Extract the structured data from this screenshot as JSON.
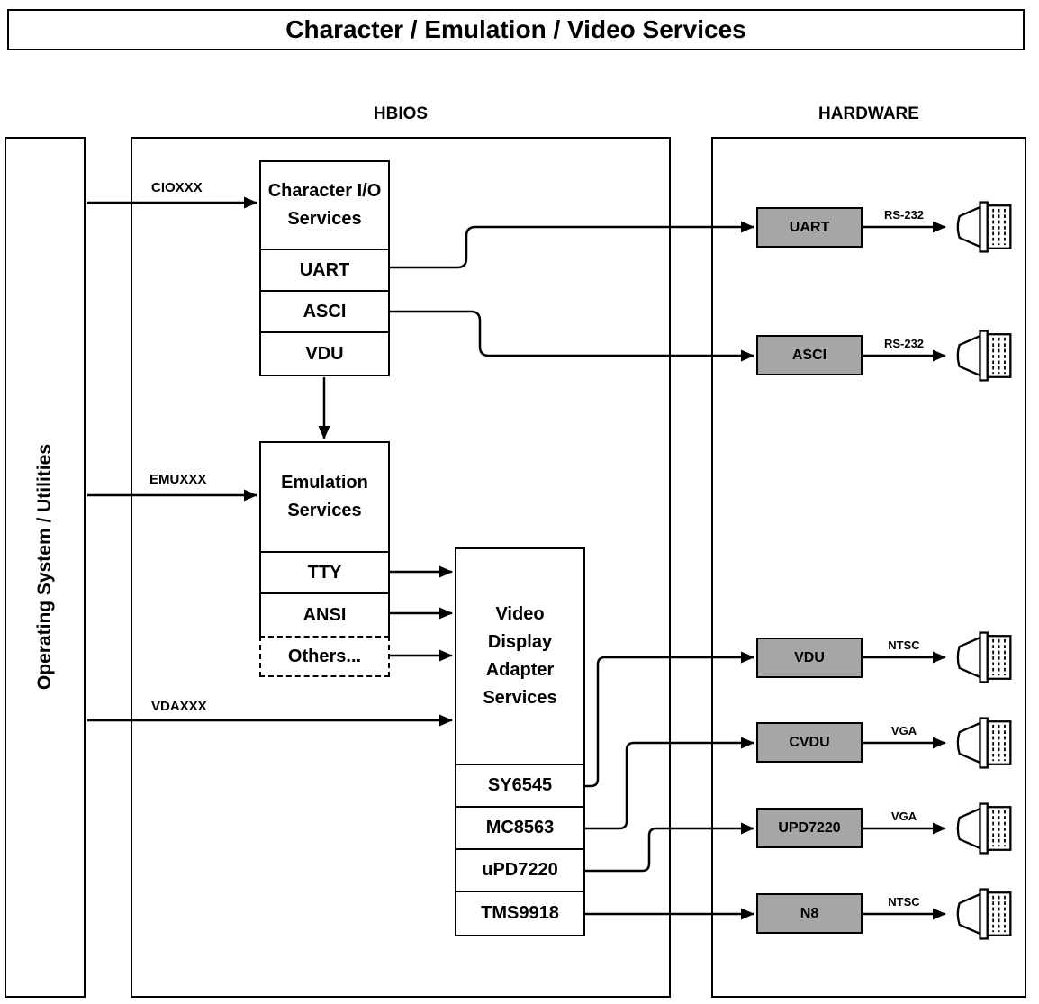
{
  "title": "Character / Emulation / Video Services",
  "columns": {
    "os_label": "Operating System / Utilities",
    "hbios_label": "HBIOS",
    "hardware_label": "HARDWARE"
  },
  "bus_labels": {
    "cio": "CIOXXX",
    "emu": "EMUXXX",
    "vda": "VDAXXX"
  },
  "char_io": {
    "title": "Character I/O Services",
    "rows": [
      "UART",
      "ASCI",
      "VDU"
    ]
  },
  "emulation": {
    "title": "Emulation Services",
    "rows": [
      "TTY",
      "ANSI",
      "Others..."
    ]
  },
  "vda": {
    "title": "Video Display Adapter Services",
    "rows": [
      "SY6545",
      "MC8563",
      "uPD7220",
      "TMS9918"
    ]
  },
  "hardware": [
    {
      "label": "UART",
      "signal": "RS-232"
    },
    {
      "label": "ASCI",
      "signal": "RS-232"
    },
    {
      "label": "VDU",
      "signal": "NTSC"
    },
    {
      "label": "CVDU",
      "signal": "VGA"
    },
    {
      "label": "UPD7220",
      "signal": "VGA"
    },
    {
      "label": "N8",
      "signal": "NTSC"
    }
  ],
  "colors": {
    "hardware_box_fill": "#a6a6a6",
    "line": "#000000",
    "background": "#ffffff"
  }
}
